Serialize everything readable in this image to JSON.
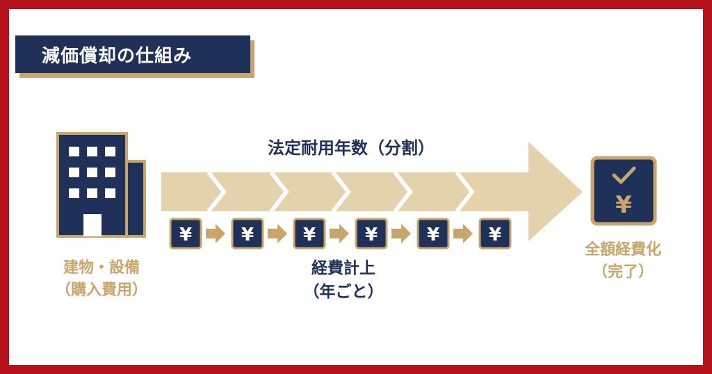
{
  "title": "減価償却の仕組み",
  "arrow_label": "法定耐用年数（分割）",
  "left": {
    "line1": "建物・設備",
    "line2": "（購入費用）"
  },
  "middle": {
    "line1": "経費計上",
    "line2": "（年ごと）"
  },
  "right": {
    "line1": "全額経費化",
    "line2": "（完了）"
  },
  "yen_symbol": "¥",
  "colors": {
    "border": "#b5121b",
    "navy": "#1f3158",
    "gold": "#c8a56a",
    "beige": "#e3d2ac"
  },
  "icons": [
    "building-icon",
    "yen-coin-icon",
    "checkmark-icon"
  ]
}
